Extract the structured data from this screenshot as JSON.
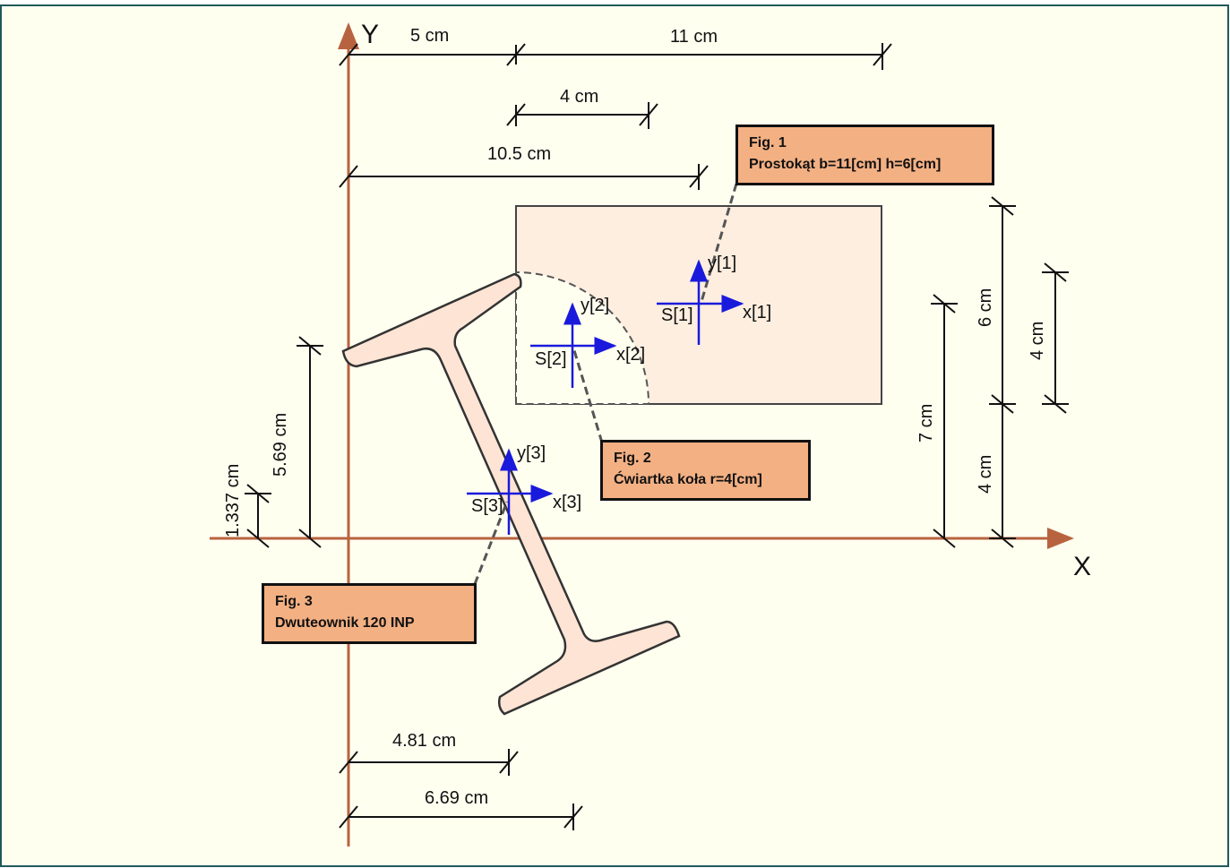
{
  "axes": {
    "x": "X",
    "y": "Y"
  },
  "dimensions": {
    "d5": "5 cm",
    "d11": "11 cm",
    "d4top": "4 cm",
    "d105": "10.5 cm",
    "d6": "6 cm",
    "d4right": "4 cm",
    "d7": "7 cm",
    "d4bottom": "4 cm",
    "d569": "5.69 cm",
    "d1337": "1.337  cm",
    "d481": "4.81 cm",
    "d669": "6.69 cm"
  },
  "centroids": {
    "s1": {
      "s": "S[1]",
      "x": "x[1]",
      "y": "y[1]"
    },
    "s2": {
      "s": "S[2]",
      "x": "x[2]",
      "y": "y[2]"
    },
    "s3": {
      "s": "S[3]",
      "x": "x[3]",
      "y": "y[3]"
    }
  },
  "figures": [
    {
      "title": "Fig. 1",
      "desc": "Prostokąt  b=11[cm] h=6[cm]"
    },
    {
      "title": "Fig. 2",
      "desc": "Ćwiartka koła r=4[cm]"
    },
    {
      "title": "Fig. 3",
      "desc": "Dwuteownik 120 INP"
    }
  ],
  "colors": {
    "background": "#fffff0",
    "axis": "#b8633f",
    "shape": "#fee9dc",
    "centroid": "#1a1adc",
    "label": "#f3b083"
  }
}
